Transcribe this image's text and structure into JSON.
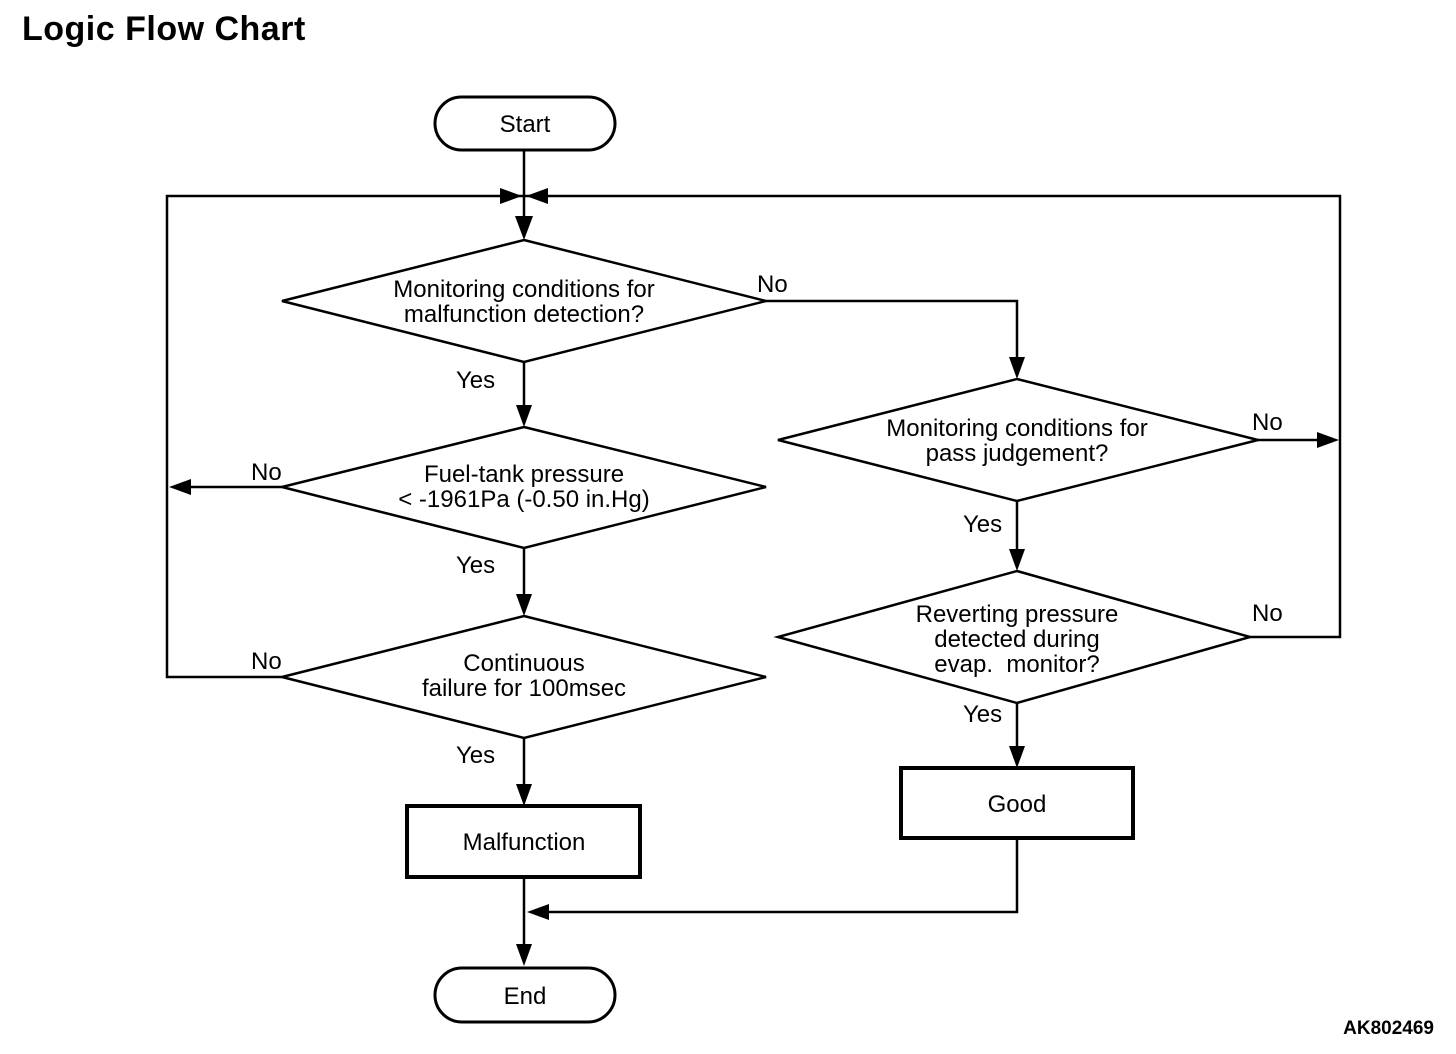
{
  "title": "Logic Flow Chart",
  "figure_code": "AK802469",
  "colors": {
    "line": "#000000",
    "background": "#ffffff",
    "text": "#000000"
  },
  "nodes": {
    "start": {
      "type": "terminal",
      "label": "Start"
    },
    "d1": {
      "type": "decision",
      "lines": [
        "Monitoring conditions for",
        "malfunction detection?"
      ]
    },
    "d2": {
      "type": "decision",
      "lines": [
        "Fuel-tank pressure",
        "< -1961Pa (-0.50 in.Hg)"
      ]
    },
    "d3": {
      "type": "decision",
      "lines": [
        "Continuous",
        "failure for 100msec"
      ]
    },
    "d4": {
      "type": "decision",
      "lines": [
        "Monitoring conditions for",
        "pass judgement?"
      ]
    },
    "d5": {
      "type": "decision",
      "lines": [
        "Reverting pressure",
        "detected during",
        "evap.  monitor?"
      ]
    },
    "malfunction": {
      "type": "process",
      "label": "Malfunction"
    },
    "good": {
      "type": "process",
      "label": "Good"
    },
    "end": {
      "type": "terminal",
      "label": "End"
    }
  },
  "edge_labels": {
    "d1_yes": "Yes",
    "d1_no": "No",
    "d2_yes": "Yes",
    "d2_no": "No",
    "d3_yes": "Yes",
    "d3_no": "No",
    "d4_yes": "Yes",
    "d4_no": "No",
    "d5_yes": "Yes",
    "d5_no": "No"
  },
  "edges": [
    {
      "from": "start",
      "to": "d1",
      "label": ""
    },
    {
      "from": "d1",
      "to": "d2",
      "label": "Yes"
    },
    {
      "from": "d1",
      "to": "d4",
      "label": "No"
    },
    {
      "from": "d2",
      "to": "d3",
      "label": "Yes"
    },
    {
      "from": "d2",
      "to": "restart-loop",
      "label": "No"
    },
    {
      "from": "d3",
      "to": "malfunction",
      "label": "Yes"
    },
    {
      "from": "d3",
      "to": "restart-loop",
      "label": "No"
    },
    {
      "from": "d4",
      "to": "d5",
      "label": "Yes"
    },
    {
      "from": "d4",
      "to": "restart-loop",
      "label": "No"
    },
    {
      "from": "d5",
      "to": "good",
      "label": "Yes"
    },
    {
      "from": "d5",
      "to": "restart-loop",
      "label": "No"
    },
    {
      "from": "malfunction",
      "to": "end",
      "label": ""
    },
    {
      "from": "good",
      "to": "end",
      "label": ""
    }
  ]
}
